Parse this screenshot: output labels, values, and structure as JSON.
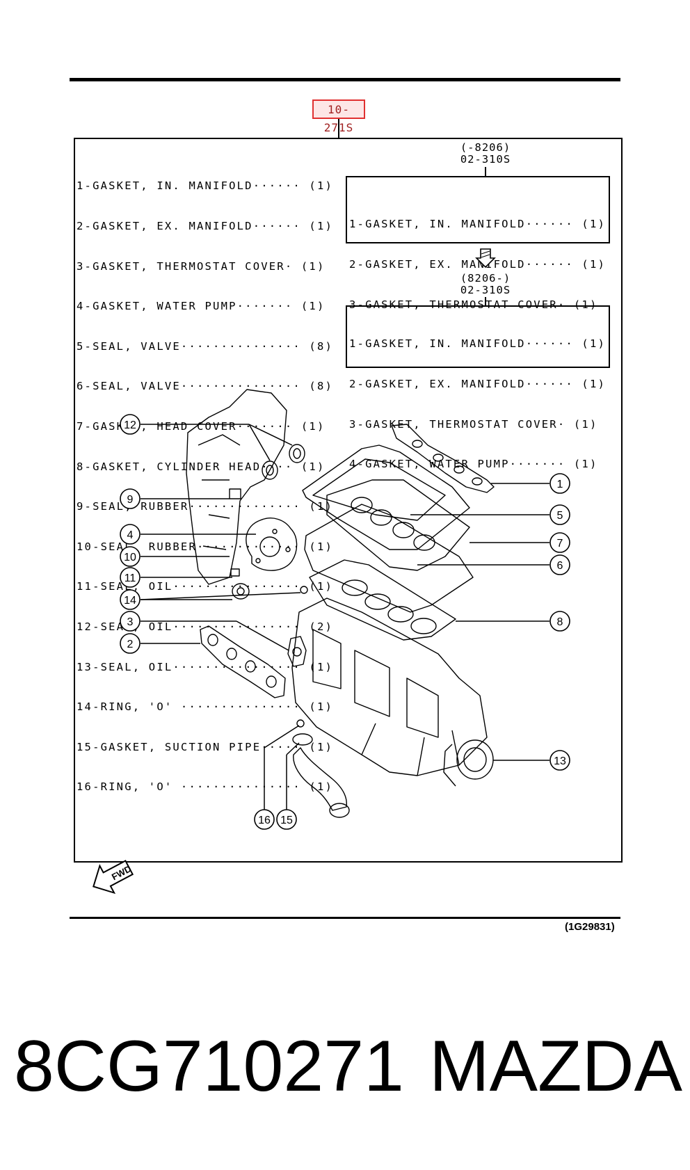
{
  "reference_code": "10-271S",
  "parts_list": [
    {
      "label": "1-GASKET, IN. MANIFOLD······ (1)"
    },
    {
      "label": "2-GASKET, EX. MANIFOLD······ (1)"
    },
    {
      "label": "3-GASKET, THERMOSTAT COVER· (1)"
    },
    {
      "label": "4-GASKET, WATER PUMP······· (1)"
    },
    {
      "label": "5-SEAL, VALVE··············· (8)"
    },
    {
      "label": "6-SEAL, VALVE··············· (8)"
    },
    {
      "label": "7-GASKET, HEAD COVER······· (1)"
    },
    {
      "label": "8-GASKET, CYLINDER HEAD···· (1)"
    },
    {
      "label": "9-SEAL, RUBBER·············· (1)"
    },
    {
      "label": "10-SEAL, RUBBER············· (1)"
    },
    {
      "label": "11-SEAL, OIL················ (1)"
    },
    {
      "label": "12-SEAL, OIL················ (2)"
    },
    {
      "label": "13-SEAL, OIL················ (1)"
    },
    {
      "label": "14-RING, 'O' ··············· (1)"
    },
    {
      "label": "15-GASKET, SUCTION PIPE····· (1)"
    },
    {
      "label": "16-RING, 'O' ··············· (1)"
    }
  ],
  "kit_before": {
    "date": "(-8206)",
    "code": "02-310S",
    "items": [
      "1-GASKET, IN. MANIFOLD······ (1)",
      "2-GASKET, EX. MANIFOLD······ (1)",
      "3-GASKET, THERMOSTAT COVER· (1)"
    ]
  },
  "kit_after": {
    "date": "(8206-)",
    "code": "02-310S",
    "items": [
      "1-GASKET, IN. MANIFOLD······ (1)",
      "2-GASKET, EX. MANIFOLD······ (1)",
      "3-GASKET, THERMOSTAT COVER· (1)",
      "4-GASKET, WATER PUMP······· (1)"
    ]
  },
  "callouts": [
    "1",
    "2",
    "3",
    "4",
    "5",
    "6",
    "7",
    "8",
    "9",
    "10",
    "11",
    "12",
    "13",
    "14",
    "15",
    "16"
  ],
  "fwd_label": "FWD",
  "figure_code": "(1G29831)",
  "caption": {
    "part_number": "8CG710271",
    "brand": "MAZDA"
  }
}
